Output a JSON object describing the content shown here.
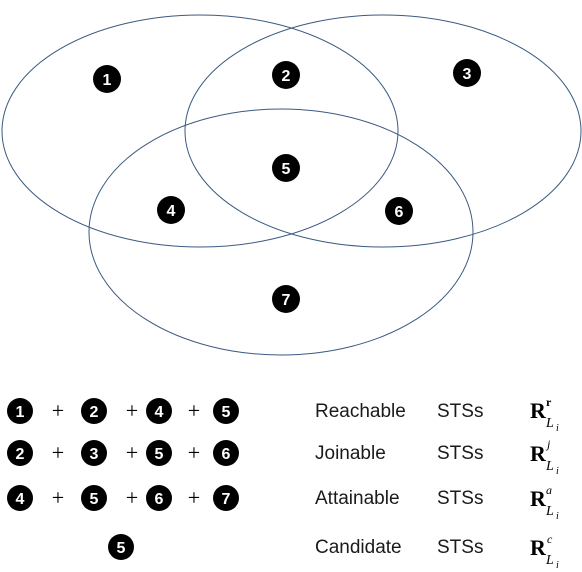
{
  "venn": {
    "regions": [
      "1",
      "2",
      "3",
      "5",
      "4",
      "6",
      "7"
    ]
  },
  "legend": {
    "rows": [
      {
        "terms": [
          "1",
          "2",
          "4",
          "5"
        ],
        "plus": "+",
        "name": "Reachable",
        "suffix": "STSs",
        "symbol": {
          "base": "R",
          "sup": "r",
          "sub": "L",
          "subsub": "i"
        }
      },
      {
        "terms": [
          "2",
          "3",
          "5",
          "6"
        ],
        "plus": "+",
        "name": "Joinable",
        "suffix": "STSs",
        "symbol": {
          "base": "R",
          "sup": "j",
          "sub": "L",
          "subsub": "i"
        }
      },
      {
        "terms": [
          "4",
          "5",
          "6",
          "7"
        ],
        "plus": "+",
        "name": "Attainable",
        "suffix": "STSs",
        "symbol": {
          "base": "R",
          "sup": "a",
          "sub": "L",
          "subsub": "i"
        }
      },
      {
        "terms": [
          "5"
        ],
        "plus": "",
        "name": "Candidate",
        "suffix": "STSs",
        "symbol": {
          "base": "R",
          "sup": "c",
          "sub": "L",
          "subsub": "i"
        }
      }
    ]
  },
  "colors": {
    "ellipse_stroke": "#3a5a80",
    "badge_fill": "#000000",
    "badge_text": "#ffffff"
  }
}
